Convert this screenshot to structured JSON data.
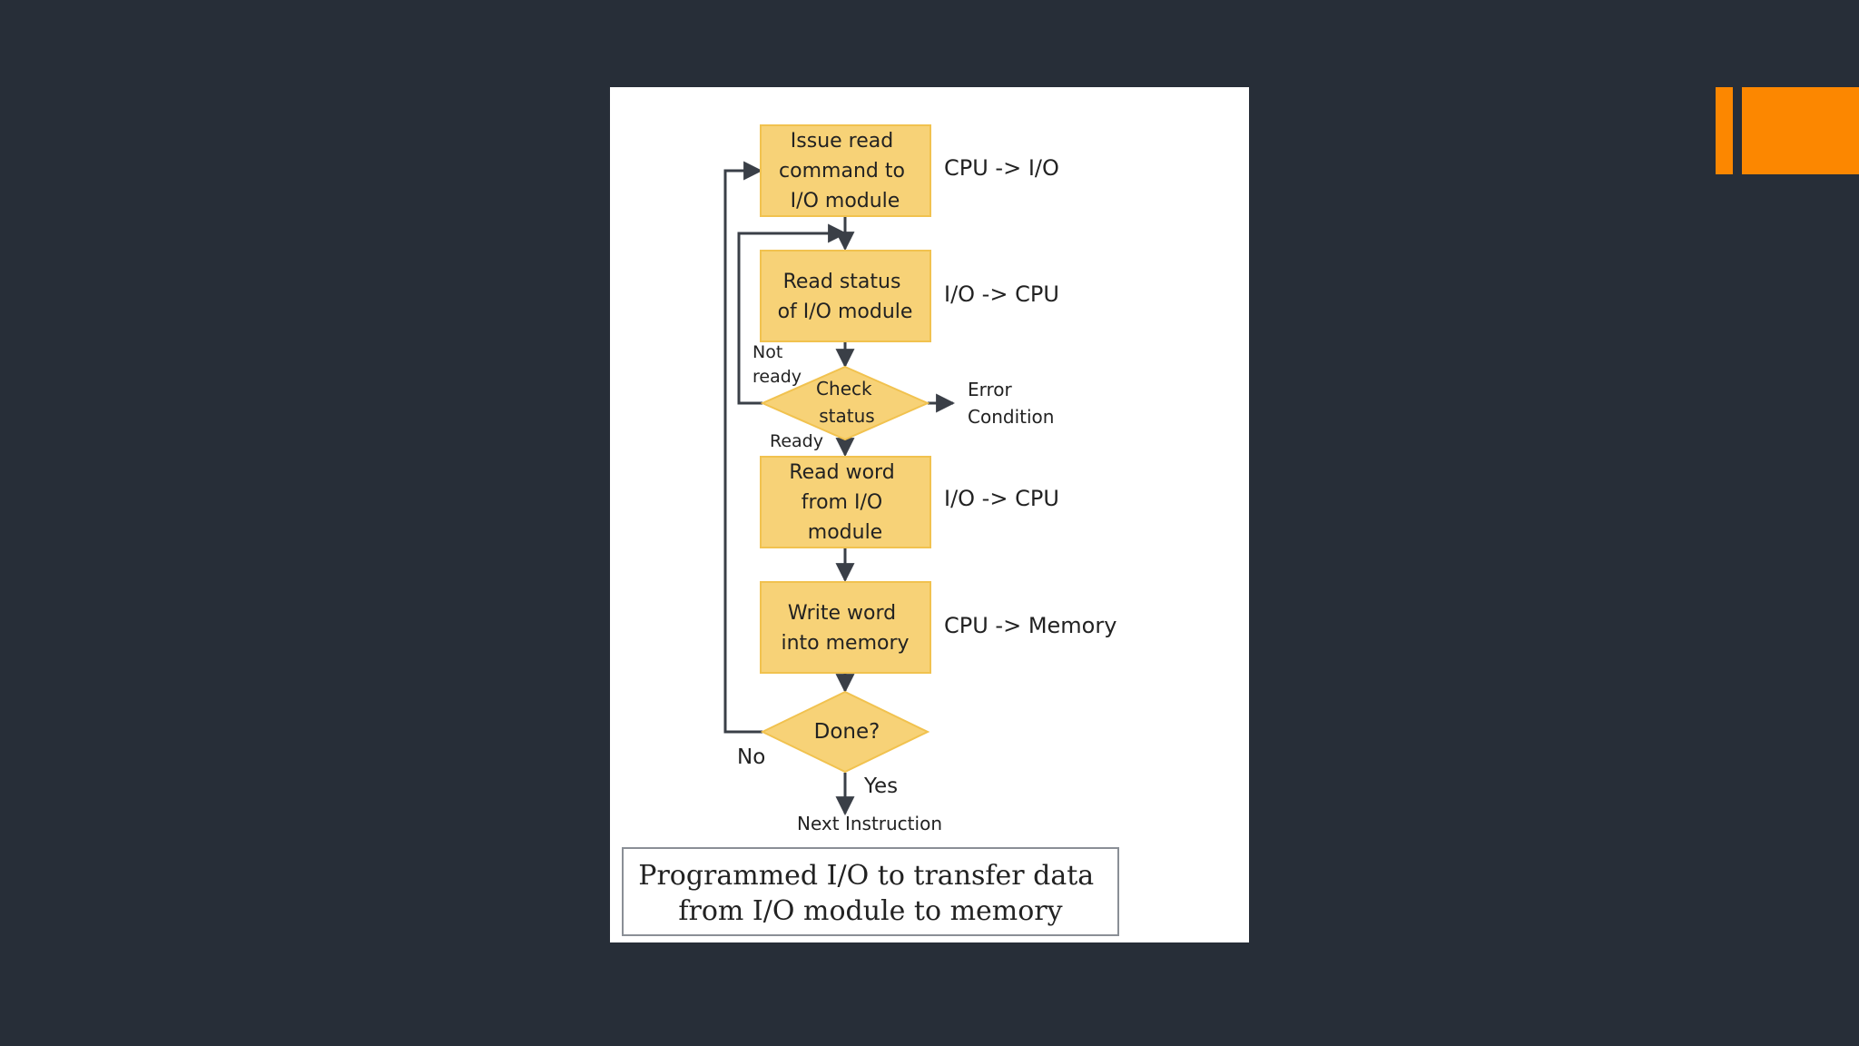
{
  "colors": {
    "background": "#272e38",
    "accent": "#fc8700",
    "node_fill": "#f7d277",
    "node_stroke": "#f1c24f",
    "line": "#3a3f47"
  },
  "diagram": {
    "nodes": {
      "issue_read": [
        "Issue read",
        "command to",
        "I/O module"
      ],
      "read_status": [
        "Read status",
        "of I/O module"
      ],
      "check_status": [
        "Check",
        "status"
      ],
      "read_word": [
        "Read word",
        "from I/O",
        "module"
      ],
      "write_word": [
        "Write word",
        "into memory"
      ],
      "done": [
        "Done?"
      ]
    },
    "annotations": {
      "issue_read": "CPU -> I/O",
      "read_status": "I/O -> CPU",
      "read_word": "I/O -> CPU",
      "write_word": "CPU -> Memory"
    },
    "edge_labels": {
      "not_ready": [
        "Not",
        "ready"
      ],
      "ready": "Ready",
      "error": [
        "Error",
        "Condition"
      ],
      "no": "No",
      "yes": "Yes"
    },
    "terminal": "Next Instruction",
    "caption": [
      "Programmed I/O to transfer data",
      "from I/O module to memory"
    ]
  }
}
